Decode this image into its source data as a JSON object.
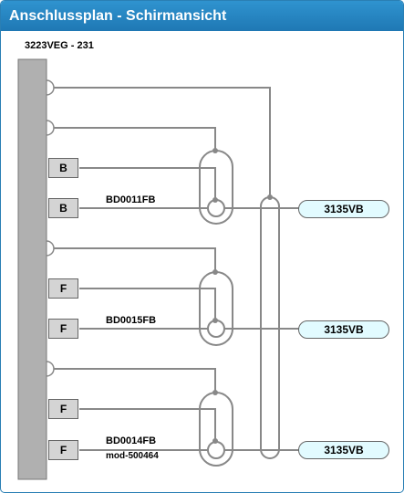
{
  "window": {
    "title": "Anschlussplan - Schirmansicht"
  },
  "device": {
    "label": "3223VEG - 231"
  },
  "connectors": [
    {
      "label": "B"
    },
    {
      "label": "B"
    },
    {
      "label": "F"
    },
    {
      "label": "F"
    },
    {
      "label": "F"
    },
    {
      "label": "F"
    }
  ],
  "cables": [
    {
      "label": "BD0011FB"
    },
    {
      "label": "BD0015FB"
    },
    {
      "label": "BD0014FB",
      "sublabel": "mod-500464"
    }
  ],
  "targets": [
    {
      "label": "3135VB"
    },
    {
      "label": "3135VB"
    },
    {
      "label": "3135VB"
    }
  ],
  "colors": {
    "title_bar": "#1f78b4",
    "lines": "#888888",
    "connector_fill": "#d4d4d4",
    "target_fill": "#e2fbff",
    "device_bar": "#b0b0b0"
  }
}
